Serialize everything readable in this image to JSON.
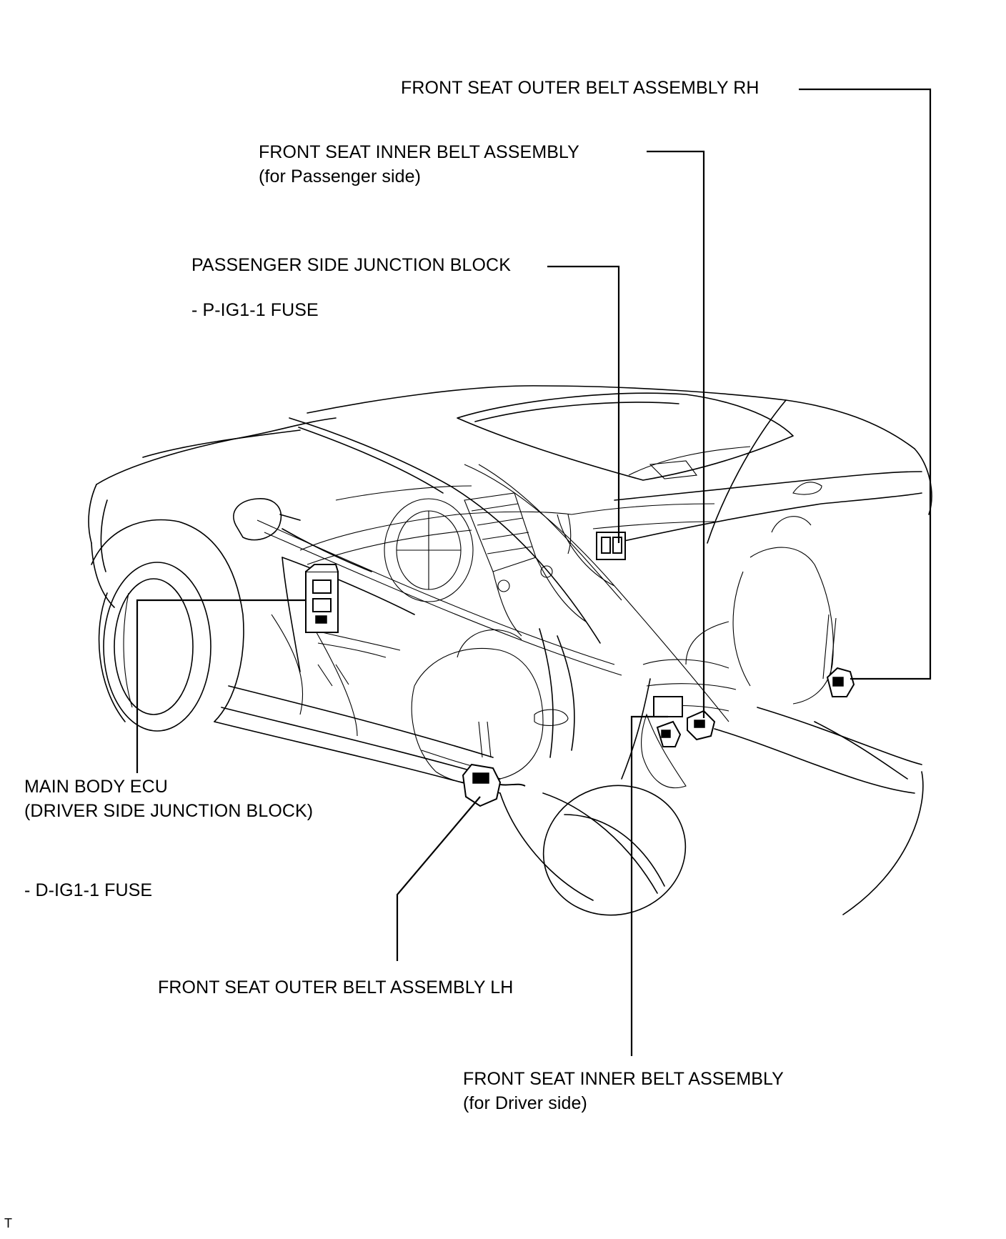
{
  "labels": {
    "outer_belt_rh": "FRONT SEAT OUTER BELT ASSEMBLY RH",
    "inner_belt_passenger_line1": "FRONT SEAT INNER BELT ASSEMBLY",
    "inner_belt_passenger_line2": "(for Passenger side)",
    "passenger_junction_block": "PASSENGER SIDE JUNCTION BLOCK",
    "p_ig1_fuse": "- P-IG1-1 FUSE",
    "main_body_ecu_line1": "MAIN BODY ECU",
    "main_body_ecu_line2": "(DRIVER SIDE JUNCTION BLOCK)",
    "d_ig1_fuse": "- D-IG1-1 FUSE",
    "outer_belt_lh": "FRONT SEAT OUTER BELT ASSEMBLY LH",
    "inner_belt_driver_line1": "FRONT SEAT INNER BELT ASSEMBLY",
    "inner_belt_driver_line2": "(for Driver side)",
    "corner_mark": "T"
  }
}
